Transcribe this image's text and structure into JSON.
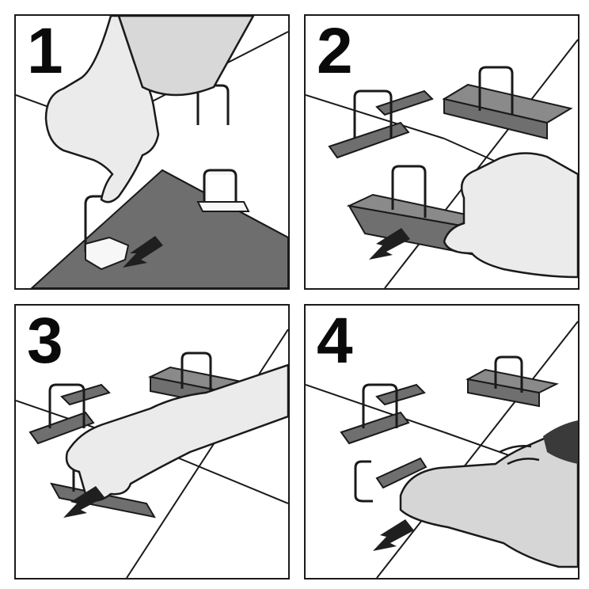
{
  "steps": [
    {
      "number": "1"
    },
    {
      "number": "2"
    },
    {
      "number": "3"
    },
    {
      "number": "4"
    }
  ],
  "colors": {
    "outline": "#1a1a1a",
    "tile_dark": "#6e6e6e",
    "wedge": "#6f6f6f",
    "wedge_light": "#8a8a8a",
    "skin": "#ebebeb",
    "clip": "#f7f7f7",
    "shoe": "#d6d6d6",
    "arrow": "#1f1f1f"
  }
}
